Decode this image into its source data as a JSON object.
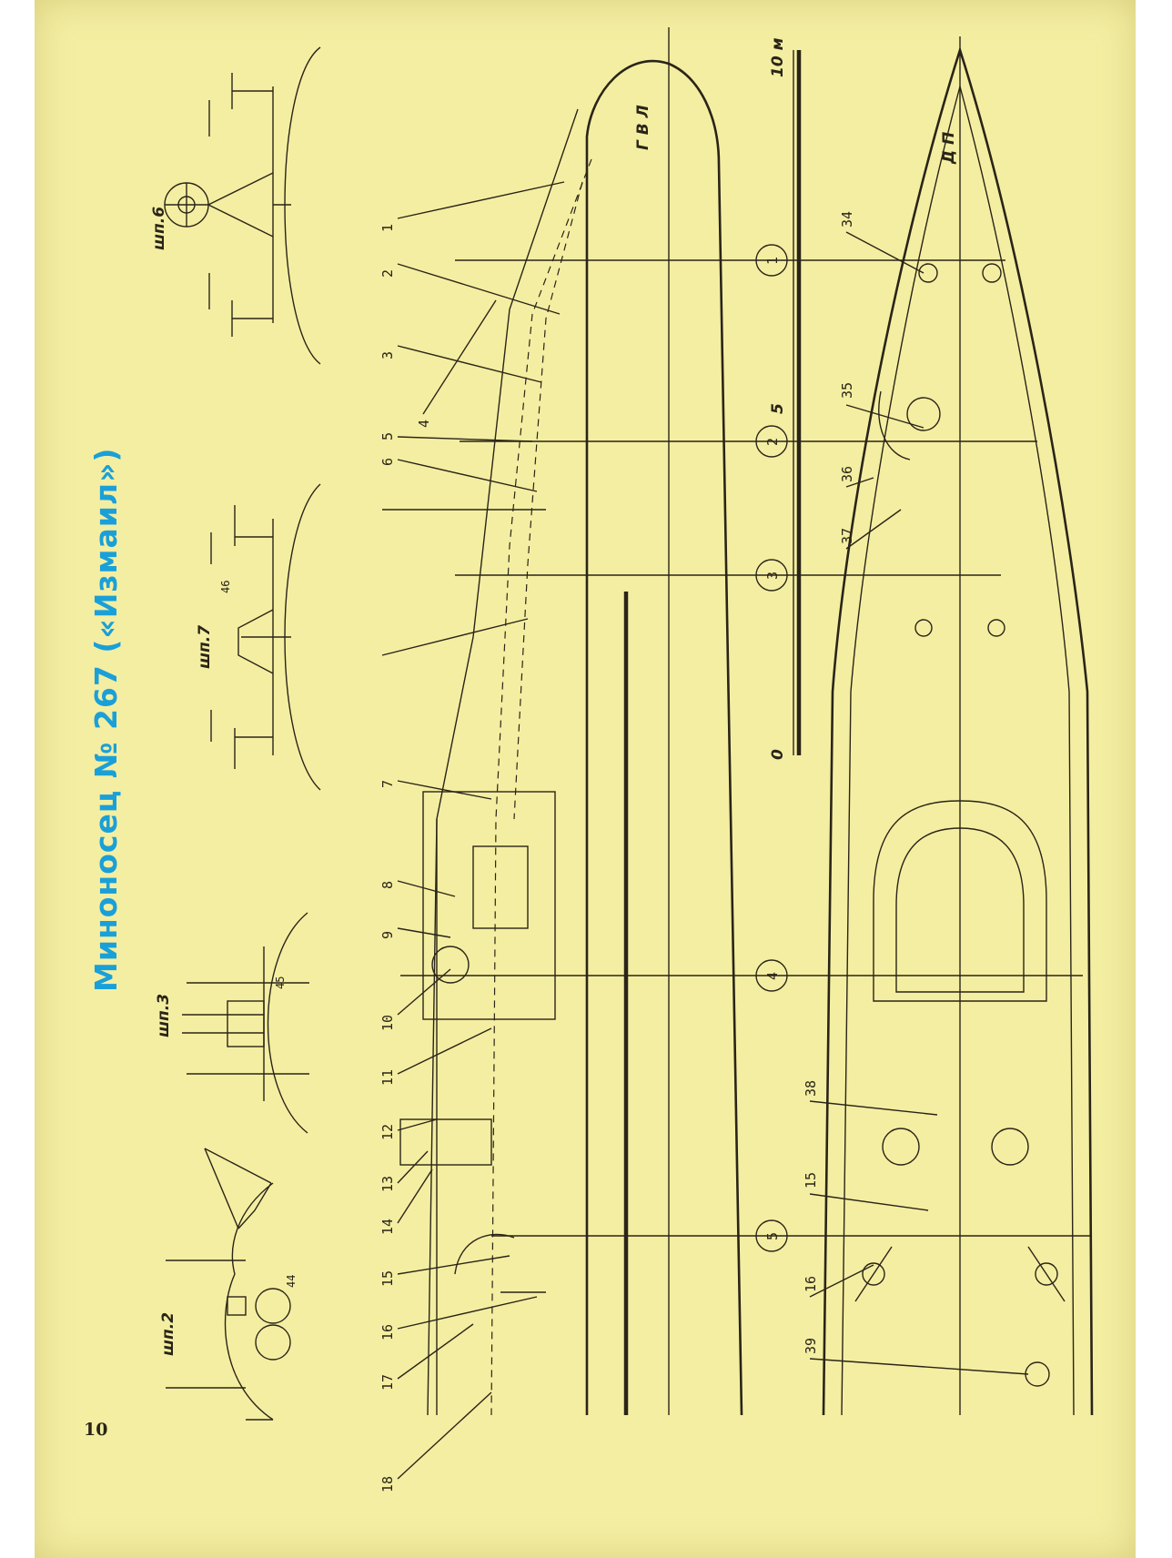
{
  "title": "Миноносец № 267 («Измаил»)",
  "page_number": "10",
  "sections": [
    {
      "id": "shp6",
      "label": "шп.6"
    },
    {
      "id": "shp7",
      "label": "шп.7",
      "callout": "46"
    },
    {
      "id": "shp3",
      "label": "шп.3",
      "callout": "45"
    },
    {
      "id": "shp2",
      "label": "шп.2",
      "callout": "44"
    }
  ],
  "profile_callouts": [
    "1",
    "2",
    "3",
    "4",
    "5",
    "6",
    "7",
    "8",
    "9",
    "10",
    "11",
    "12",
    "13",
    "14",
    "15",
    "16",
    "17",
    "18"
  ],
  "plan_callouts": [
    "34",
    "35",
    "36",
    "37",
    "38",
    "15",
    "16",
    "39"
  ],
  "waterline_label": "Г В Л",
  "centerline_label": "Д П",
  "frame_stations": [
    "1",
    "2",
    "3",
    "4",
    "5"
  ],
  "scale": {
    "start": "0",
    "mid": "5",
    "end": "10 м"
  },
  "colors": {
    "paper": "#f4eea2",
    "ink": "#2a2418",
    "title": "#1aa0d8"
  }
}
